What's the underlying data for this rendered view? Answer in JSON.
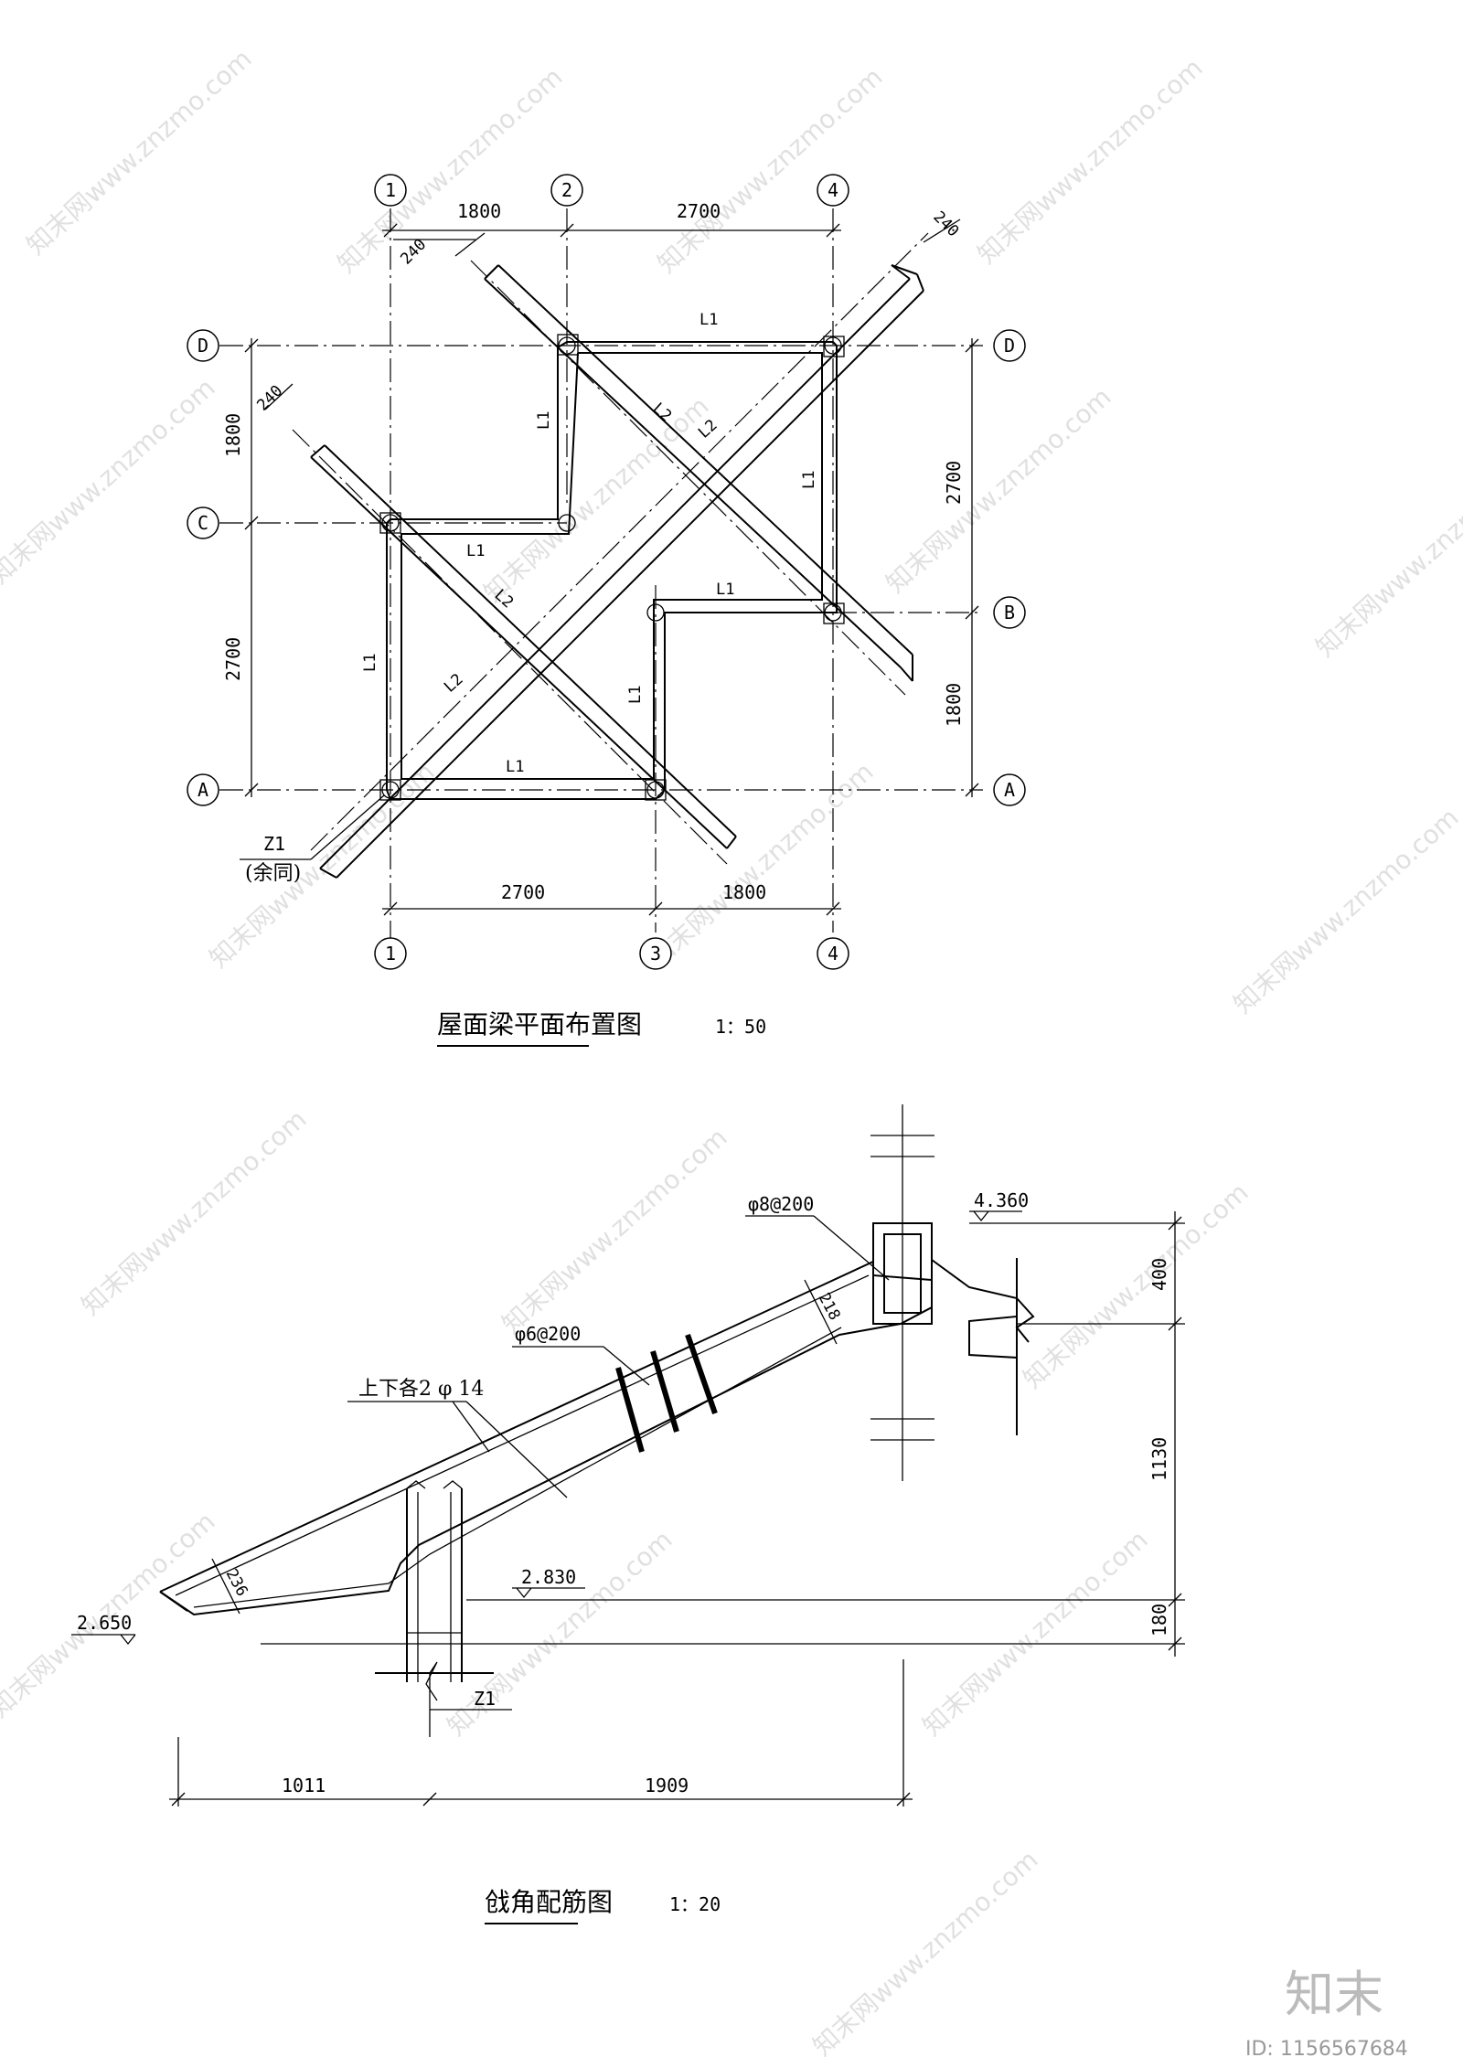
{
  "plan": {
    "title": "屋面梁平面布置图",
    "scale": "1：50",
    "axis_labels": {
      "top": [
        "1",
        "2",
        "4"
      ],
      "bottom": [
        "1",
        "3",
        "4"
      ],
      "left": [
        "D",
        "C",
        "A"
      ],
      "right": [
        "D",
        "B",
        "A"
      ]
    },
    "dims": {
      "top": [
        "1800",
        "2700"
      ],
      "bottom": [
        "2700",
        "1800"
      ],
      "left": [
        "1800",
        "2700"
      ],
      "right": [
        "2700",
        "1800"
      ],
      "width_marks": [
        "240",
        "240",
        "240"
      ]
    },
    "beam_labels": [
      "L1",
      "L1",
      "L1",
      "L1",
      "L1",
      "L1",
      "L1",
      "L1",
      "L2",
      "L2",
      "L2",
      "L2"
    ],
    "column_label": "Z1",
    "column_note": "(余同)"
  },
  "section": {
    "title": "戗角配筋图",
    "scale": "1：20",
    "labels": {
      "stirrup_column": "φ8@200",
      "stirrup_beam": "φ6@200",
      "main_bars": "上下各2 φ 14",
      "column": "Z1"
    },
    "elevations": [
      "4.360",
      "2.830",
      "2.650"
    ],
    "dims": {
      "right": [
        "400",
        "1130",
        "180"
      ],
      "bottom": [
        "1011",
        "1909"
      ],
      "thickness": [
        "218",
        "236"
      ]
    }
  },
  "watermark": {
    "text": "知末网www.znzmo.com",
    "brand": "知末",
    "id": "ID: 1156567684"
  }
}
